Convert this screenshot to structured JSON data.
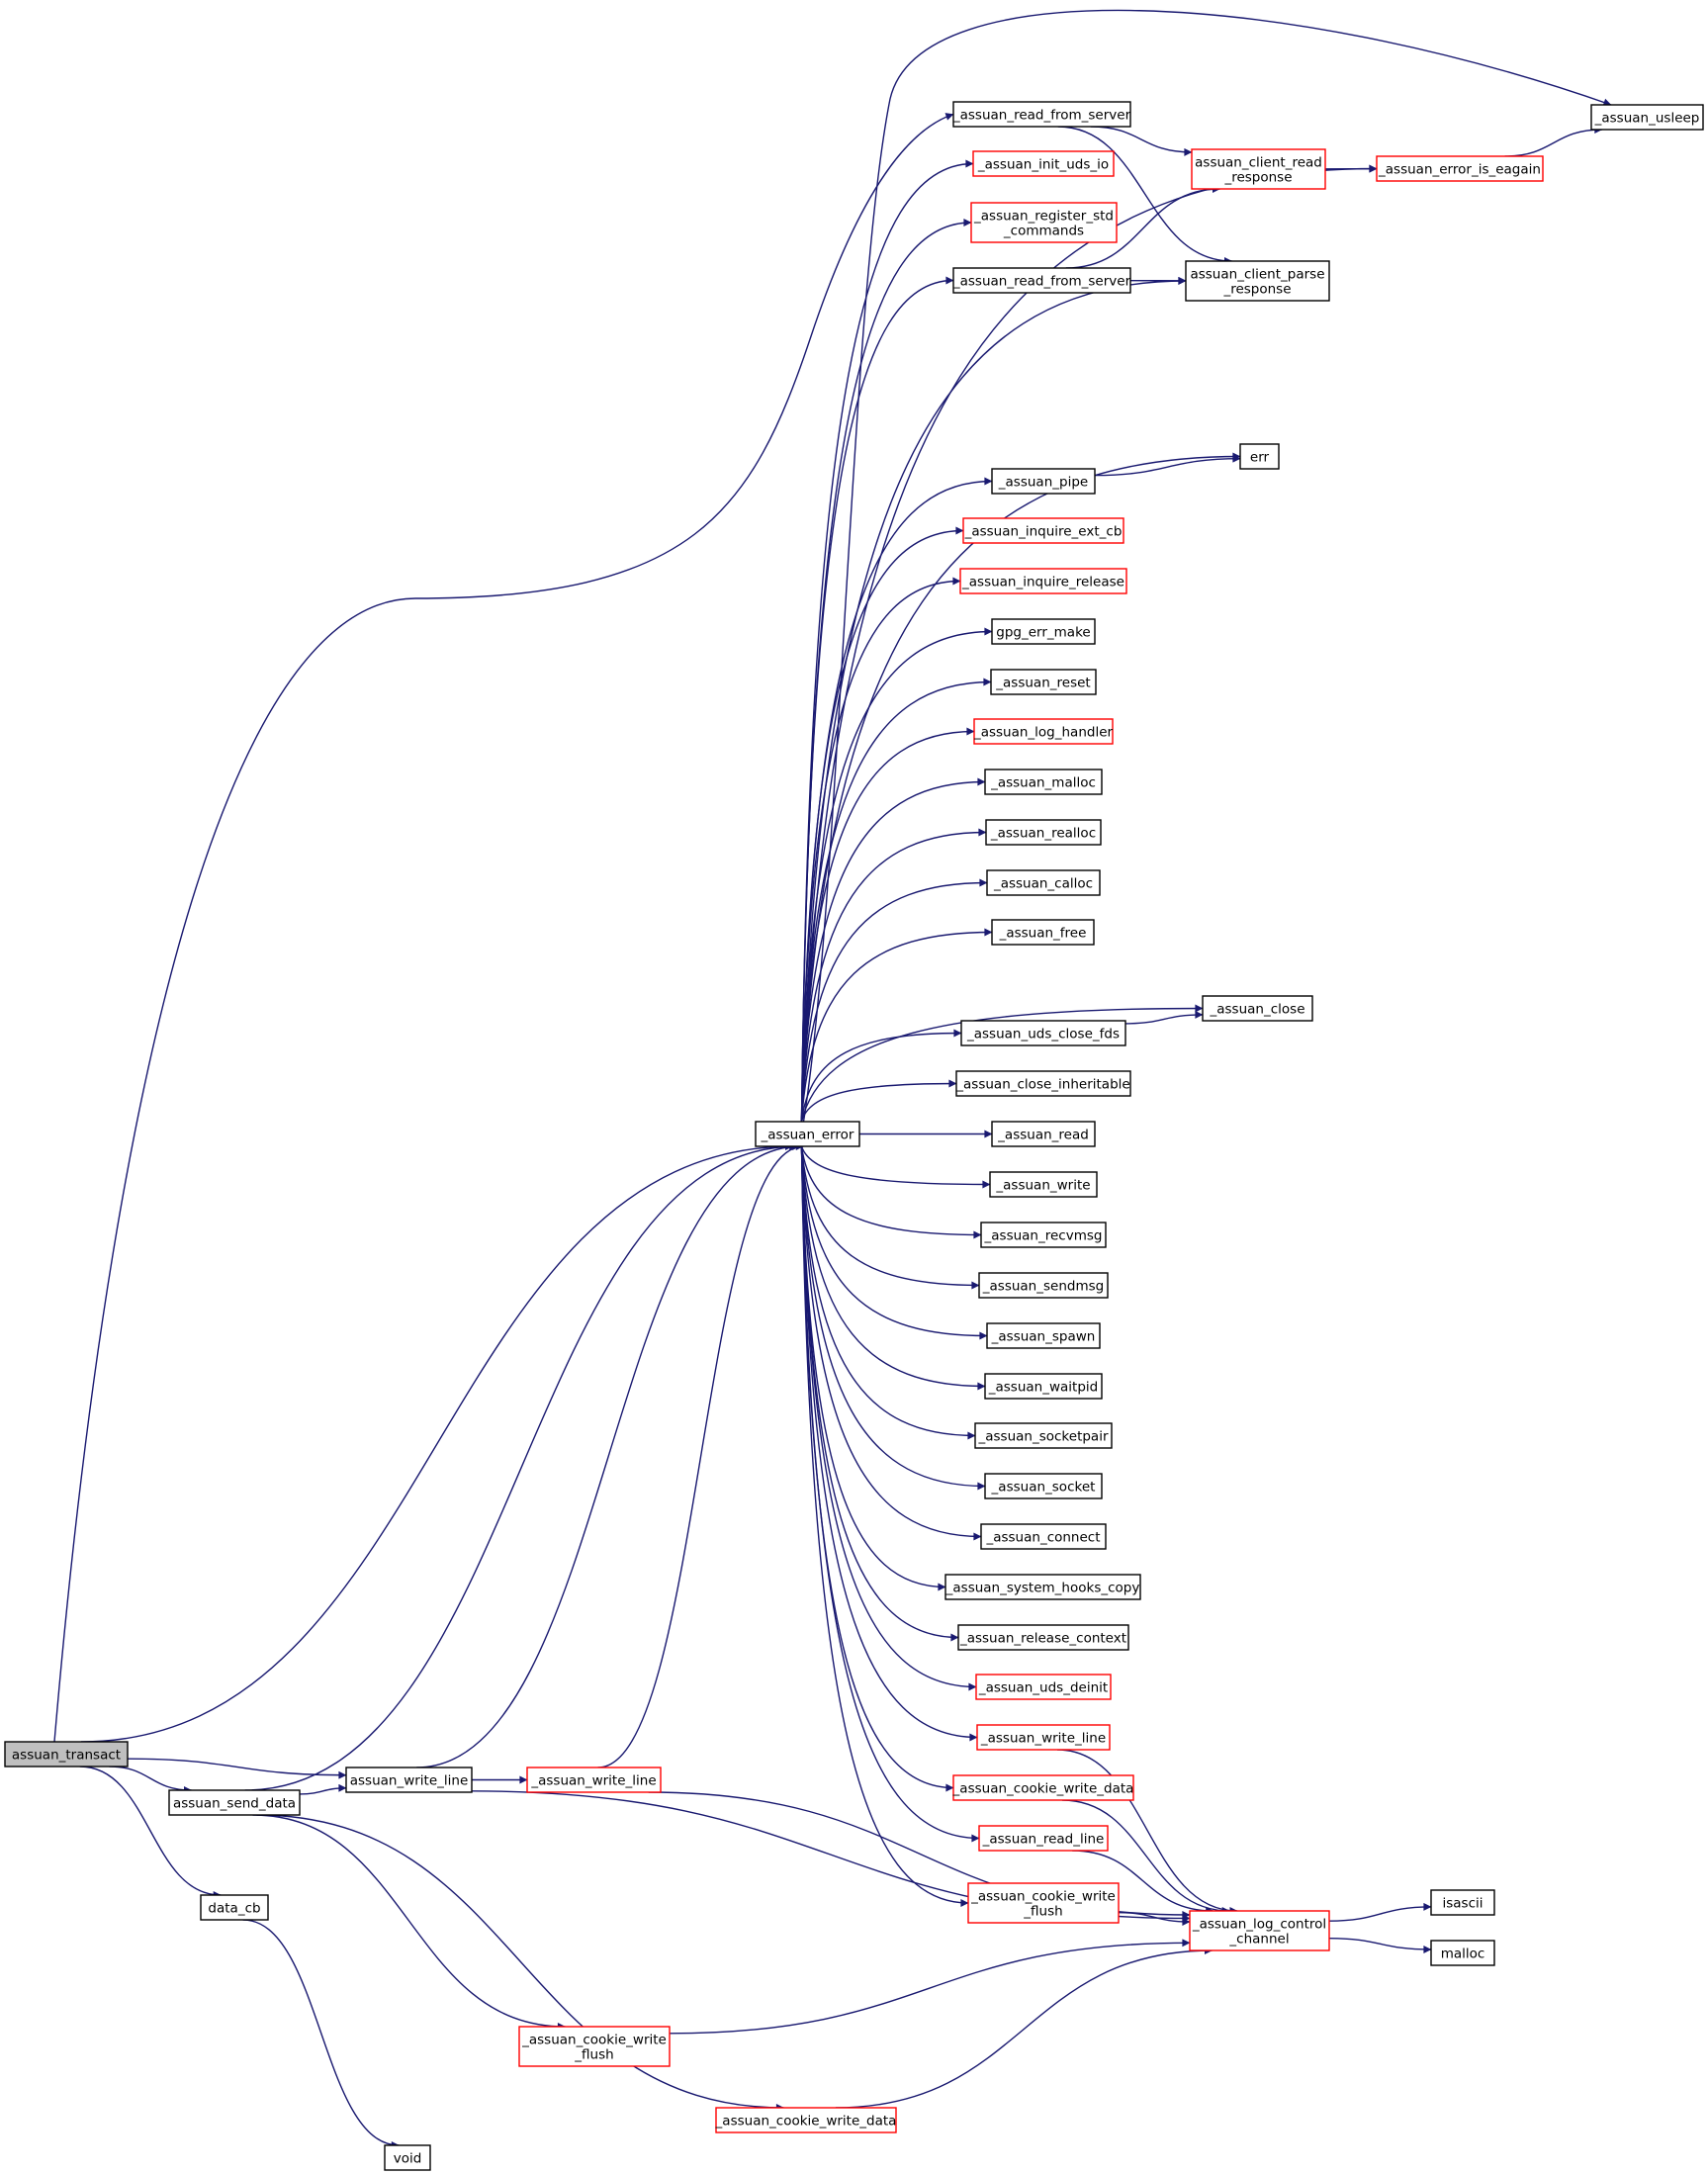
{
  "colors": {
    "edge": "#191970",
    "node_border_default": "#000000",
    "node_border_linked": "#ff0000",
    "focus_fill": "#bfbfbf",
    "node_fill": "#ffffff",
    "background": "#ffffff"
  },
  "nodes": [
    {
      "id": "assuan_transact",
      "lines": [
        "assuan_transact"
      ],
      "style": "focus"
    },
    {
      "id": "assuan_send_data",
      "lines": [
        "assuan_send_data"
      ],
      "style": "plain"
    },
    {
      "id": "data_cb",
      "lines": [
        "data_cb"
      ],
      "style": "plain"
    },
    {
      "id": "void",
      "lines": [
        "void"
      ],
      "style": "plain"
    },
    {
      "id": "assuan_write_line",
      "lines": [
        "assuan_write_line"
      ],
      "style": "plain"
    },
    {
      "id": "_assuan_write_line_a",
      "lines": [
        "_assuan_write_line"
      ],
      "style": "red"
    },
    {
      "id": "_assuan_cookie_write_flush_a",
      "lines": [
        "_assuan_cookie_write",
        "_flush"
      ],
      "style": "red"
    },
    {
      "id": "_assuan_cookie_write_data_a",
      "lines": [
        "_assuan_cookie_write_data"
      ],
      "style": "red"
    },
    {
      "id": "_assuan_error",
      "lines": [
        "_assuan_error"
      ],
      "style": "plain"
    },
    {
      "id": "_assuan_read_from_server_1",
      "lines": [
        "_assuan_read_from_server"
      ],
      "style": "plain"
    },
    {
      "id": "_assuan_init_uds_io",
      "lines": [
        "_assuan_init_uds_io"
      ],
      "style": "red"
    },
    {
      "id": "_assuan_register_std_commands",
      "lines": [
        "_assuan_register_std",
        "_commands"
      ],
      "style": "red"
    },
    {
      "id": "_assuan_read_from_server_2",
      "lines": [
        "_assuan_read_from_server"
      ],
      "style": "plain"
    },
    {
      "id": "assuan_client_read_response",
      "lines": [
        "assuan_client_read",
        "_response"
      ],
      "style": "red"
    },
    {
      "id": "assuan_client_parse_response",
      "lines": [
        "assuan_client_parse",
        "_response"
      ],
      "style": "plain"
    },
    {
      "id": "_assuan_error_is_eagain",
      "lines": [
        "_assuan_error_is_eagain"
      ],
      "style": "red"
    },
    {
      "id": "_assuan_usleep",
      "lines": [
        "_assuan_usleep"
      ],
      "style": "plain"
    },
    {
      "id": "err",
      "lines": [
        "err"
      ],
      "style": "plain"
    },
    {
      "id": "_assuan_pipe",
      "lines": [
        "_assuan_pipe"
      ],
      "style": "plain"
    },
    {
      "id": "_assuan_inquire_ext_cb",
      "lines": [
        "_assuan_inquire_ext_cb"
      ],
      "style": "red"
    },
    {
      "id": "_assuan_inquire_release",
      "lines": [
        "_assuan_inquire_release"
      ],
      "style": "red"
    },
    {
      "id": "gpg_err_make",
      "lines": [
        "gpg_err_make"
      ],
      "style": "plain"
    },
    {
      "id": "_assuan_reset",
      "lines": [
        "_assuan_reset"
      ],
      "style": "plain"
    },
    {
      "id": "_assuan_log_handler",
      "lines": [
        "_assuan_log_handler"
      ],
      "style": "red"
    },
    {
      "id": "_assuan_malloc",
      "lines": [
        "_assuan_malloc"
      ],
      "style": "plain"
    },
    {
      "id": "_assuan_realloc",
      "lines": [
        "_assuan_realloc"
      ],
      "style": "plain"
    },
    {
      "id": "_assuan_calloc",
      "lines": [
        "_assuan_calloc"
      ],
      "style": "plain"
    },
    {
      "id": "_assuan_free",
      "lines": [
        "_assuan_free"
      ],
      "style": "plain"
    },
    {
      "id": "_assuan_close",
      "lines": [
        "_assuan_close"
      ],
      "style": "plain"
    },
    {
      "id": "_assuan_uds_close_fds",
      "lines": [
        "_assuan_uds_close_fds"
      ],
      "style": "plain"
    },
    {
      "id": "_assuan_close_inheritable",
      "lines": [
        "_assuan_close_inheritable"
      ],
      "style": "plain"
    },
    {
      "id": "_assuan_read",
      "lines": [
        "_assuan_read"
      ],
      "style": "plain"
    },
    {
      "id": "_assuan_write",
      "lines": [
        "_assuan_write"
      ],
      "style": "plain"
    },
    {
      "id": "_assuan_recvmsg",
      "lines": [
        "_assuan_recvmsg"
      ],
      "style": "plain"
    },
    {
      "id": "_assuan_sendmsg",
      "lines": [
        "_assuan_sendmsg"
      ],
      "style": "plain"
    },
    {
      "id": "_assuan_spawn",
      "lines": [
        "_assuan_spawn"
      ],
      "style": "plain"
    },
    {
      "id": "_assuan_waitpid",
      "lines": [
        "_assuan_waitpid"
      ],
      "style": "plain"
    },
    {
      "id": "_assuan_socketpair",
      "lines": [
        "_assuan_socketpair"
      ],
      "style": "plain"
    },
    {
      "id": "_assuan_socket",
      "lines": [
        "_assuan_socket"
      ],
      "style": "plain"
    },
    {
      "id": "_assuan_connect",
      "lines": [
        "_assuan_connect"
      ],
      "style": "plain"
    },
    {
      "id": "_assuan_system_hooks_copy",
      "lines": [
        "_assuan_system_hooks_copy"
      ],
      "style": "plain"
    },
    {
      "id": "_assuan_release_context",
      "lines": [
        "_assuan_release_context"
      ],
      "style": "plain"
    },
    {
      "id": "_assuan_uds_deinit",
      "lines": [
        "_assuan_uds_deinit"
      ],
      "style": "red"
    },
    {
      "id": "_assuan_write_line_b",
      "lines": [
        "_assuan_write_line"
      ],
      "style": "red"
    },
    {
      "id": "_assuan_cookie_write_data_b",
      "lines": [
        "_assuan_cookie_write_data"
      ],
      "style": "red"
    },
    {
      "id": "_assuan_read_line",
      "lines": [
        "_assuan_read_line"
      ],
      "style": "red"
    },
    {
      "id": "_assuan_cookie_write_flush_b",
      "lines": [
        "_assuan_cookie_write",
        "_flush"
      ],
      "style": "red"
    },
    {
      "id": "_assuan_log_control_channel",
      "lines": [
        "_assuan_log_control",
        "_channel"
      ],
      "style": "red"
    },
    {
      "id": "isascii",
      "lines": [
        "isascii"
      ],
      "style": "plain"
    },
    {
      "id": "malloc",
      "lines": [
        "malloc"
      ],
      "style": "plain"
    }
  ],
  "edges": [
    [
      "assuan_transact",
      "_assuan_read_from_server_1"
    ],
    [
      "assuan_transact",
      "_assuan_error"
    ],
    [
      "assuan_transact",
      "assuan_write_line"
    ],
    [
      "assuan_transact",
      "assuan_send_data"
    ],
    [
      "assuan_transact",
      "data_cb"
    ],
    [
      "assuan_send_data",
      "assuan_write_line"
    ],
    [
      "assuan_send_data",
      "_assuan_error"
    ],
    [
      "assuan_send_data",
      "_assuan_cookie_write_flush_a"
    ],
    [
      "assuan_send_data",
      "_assuan_cookie_write_data_a"
    ],
    [
      "data_cb",
      "void"
    ],
    [
      "assuan_write_line",
      "_assuan_write_line_a"
    ],
    [
      "assuan_write_line",
      "_assuan_error"
    ],
    [
      "assuan_write_line",
      "_assuan_log_control_channel"
    ],
    [
      "_assuan_write_line_a",
      "_assuan_error"
    ],
    [
      "_assuan_write_line_a",
      "_assuan_log_control_channel"
    ],
    [
      "_assuan_cookie_write_flush_a",
      "_assuan_log_control_channel"
    ],
    [
      "_assuan_cookie_write_data_a",
      "_assuan_log_control_channel"
    ],
    [
      "_assuan_error",
      "_assuan_usleep"
    ],
    [
      "_assuan_error",
      "_assuan_init_uds_io"
    ],
    [
      "_assuan_error",
      "_assuan_register_std_commands"
    ],
    [
      "_assuan_error",
      "_assuan_read_from_server_2"
    ],
    [
      "_assuan_error",
      "assuan_client_parse_response"
    ],
    [
      "_assuan_error",
      "_assuan_error_is_eagain"
    ],
    [
      "_assuan_error",
      "err"
    ],
    [
      "_assuan_error",
      "_assuan_pipe"
    ],
    [
      "_assuan_error",
      "_assuan_inquire_ext_cb"
    ],
    [
      "_assuan_error",
      "_assuan_inquire_release"
    ],
    [
      "_assuan_error",
      "gpg_err_make"
    ],
    [
      "_assuan_error",
      "_assuan_reset"
    ],
    [
      "_assuan_error",
      "_assuan_log_handler"
    ],
    [
      "_assuan_error",
      "_assuan_malloc"
    ],
    [
      "_assuan_error",
      "_assuan_realloc"
    ],
    [
      "_assuan_error",
      "_assuan_calloc"
    ],
    [
      "_assuan_error",
      "_assuan_free"
    ],
    [
      "_assuan_error",
      "_assuan_close"
    ],
    [
      "_assuan_error",
      "_assuan_uds_close_fds"
    ],
    [
      "_assuan_error",
      "_assuan_close_inheritable"
    ],
    [
      "_assuan_error",
      "_assuan_read"
    ],
    [
      "_assuan_error",
      "_assuan_write"
    ],
    [
      "_assuan_error",
      "_assuan_recvmsg"
    ],
    [
      "_assuan_error",
      "_assuan_sendmsg"
    ],
    [
      "_assuan_error",
      "_assuan_spawn"
    ],
    [
      "_assuan_error",
      "_assuan_waitpid"
    ],
    [
      "_assuan_error",
      "_assuan_socketpair"
    ],
    [
      "_assuan_error",
      "_assuan_socket"
    ],
    [
      "_assuan_error",
      "_assuan_connect"
    ],
    [
      "_assuan_error",
      "_assuan_system_hooks_copy"
    ],
    [
      "_assuan_error",
      "_assuan_release_context"
    ],
    [
      "_assuan_error",
      "_assuan_uds_deinit"
    ],
    [
      "_assuan_error",
      "_assuan_write_line_b"
    ],
    [
      "_assuan_error",
      "_assuan_cookie_write_data_b"
    ],
    [
      "_assuan_error",
      "_assuan_read_line"
    ],
    [
      "_assuan_error",
      "_assuan_cookie_write_flush_b"
    ],
    [
      "_assuan_read_from_server_1",
      "assuan_client_read_response"
    ],
    [
      "_assuan_read_from_server_1",
      "assuan_client_parse_response"
    ],
    [
      "_assuan_read_from_server_2",
      "assuan_client_read_response"
    ],
    [
      "_assuan_read_from_server_2",
      "assuan_client_parse_response"
    ],
    [
      "assuan_client_read_response",
      "_assuan_error_is_eagain"
    ],
    [
      "_assuan_error_is_eagain",
      "_assuan_usleep"
    ],
    [
      "_assuan_pipe",
      "err"
    ],
    [
      "_assuan_uds_close_fds",
      "_assuan_close"
    ],
    [
      "_assuan_write_line_b",
      "_assuan_log_control_channel"
    ],
    [
      "_assuan_cookie_write_data_b",
      "_assuan_log_control_channel"
    ],
    [
      "_assuan_read_line",
      "_assuan_log_control_channel"
    ],
    [
      "_assuan_cookie_write_flush_b",
      "_assuan_log_control_channel"
    ],
    [
      "_assuan_log_control_channel",
      "isascii"
    ],
    [
      "_assuan_log_control_channel",
      "malloc"
    ]
  ]
}
